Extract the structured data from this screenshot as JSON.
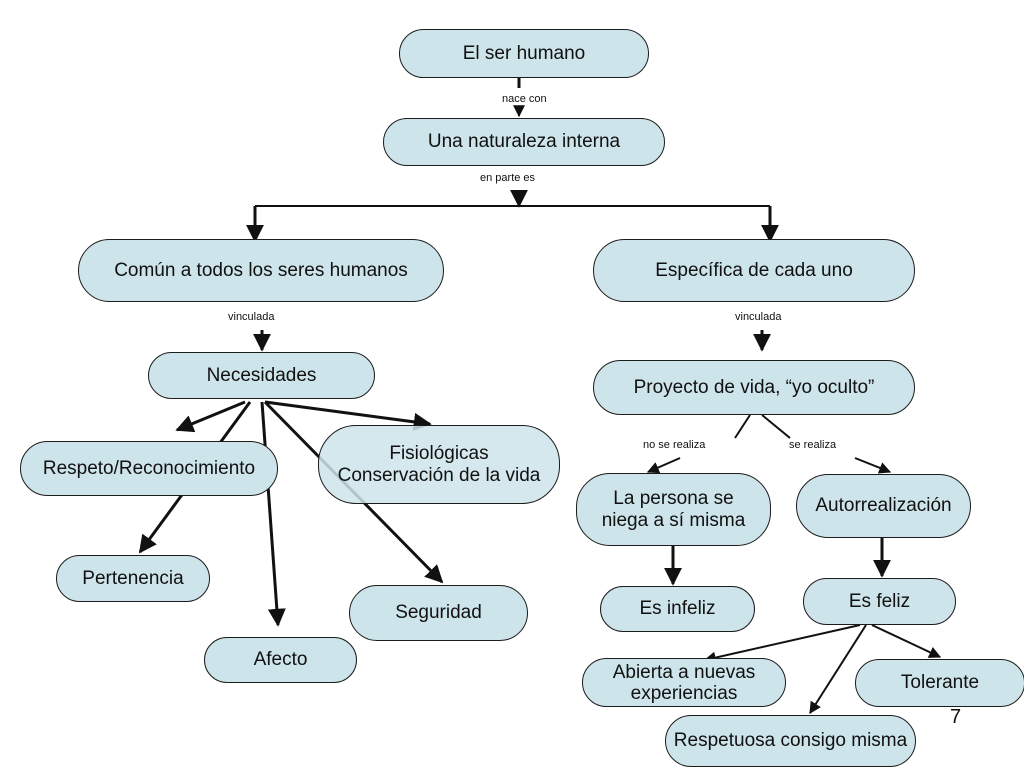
{
  "nodes": {
    "ser_humano": "El ser humano",
    "naturaleza": "Una naturaleza interna",
    "comun": "Común a todos los seres humanos",
    "especifica": "Específica de cada uno",
    "necesidades": "Necesidades",
    "proyecto": "Proyecto de vida, “yo oculto”",
    "respeto": "Respeto/Reconocimiento",
    "fisiologicas": "Fisiológicas\nConservación de la vida",
    "pertenencia": "Pertenencia",
    "afecto": "Afecto",
    "seguridad": "Seguridad",
    "niega": "La persona se\nniega a sí misma",
    "autorrealizacion": "Autorrealización",
    "infeliz": "Es infeliz",
    "feliz": "Es feliz",
    "abierta": "Abierta a nuevas\nexperiencias",
    "tolerante": "Tolerante",
    "respetuosa": "Respetuosa consigo misma"
  },
  "labels": {
    "nace_con": "nace con",
    "en_parte_es": "en parte es",
    "vinculada_left": "vinculada",
    "vinculada_right": "vinculada",
    "no_se_realiza": "no se realiza",
    "se_realiza": "se realiza"
  },
  "page_number": "7",
  "colors": {
    "node_fill": "#cde4ea",
    "stroke": "#1c1c1c"
  }
}
